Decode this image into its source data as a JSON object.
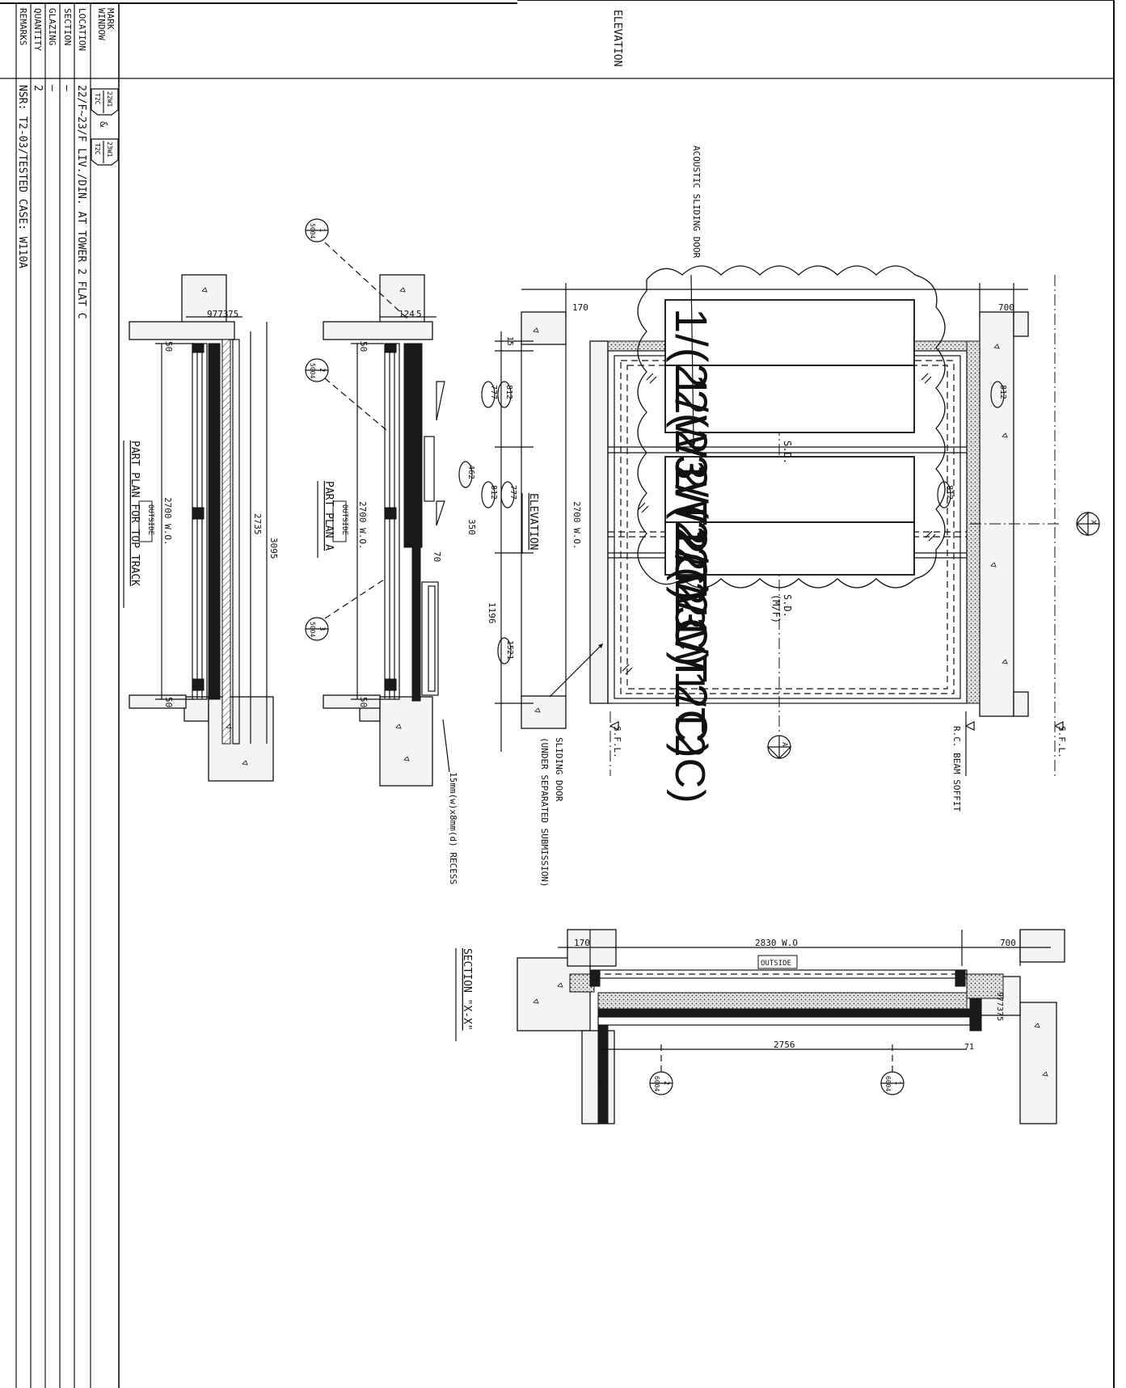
{
  "schedule": {
    "headers": [
      "WINDOW MARK",
      "LOCATION",
      "SECTION",
      "GLAZING",
      "QUANTITY",
      "REMARKS"
    ],
    "window_mark": {
      "mark1_top": "22W1",
      "mark1_bottom": "T2C",
      "connector": "&",
      "mark2_top": "23W1",
      "mark2_bottom": "T2C"
    },
    "location": "22/F~23/F LIV./DIN. AT TOWER 2 FLAT C",
    "section": "–",
    "glazing": "–",
    "quantity": "2",
    "remarks": "NSR: T2-03/TESTED CASE: W110A",
    "elevation_header": "ELEVATION"
  },
  "elevation": {
    "title": "ELEVATION",
    "labels": {
      "acoustic": "ACOUSTIC SLIDING DOOR",
      "sliding": "SLIDING DOOR",
      "submission": "(UNDER SEPARATED SUBMISSION)",
      "beam": "R.C. BEAM SOFFIT",
      "sfl": "S.F.L.",
      "sd": "S.D.",
      "mf": "(M/F)"
    },
    "tags": [
      "1/(22W1/T2C)",
      "1/(23W1/T2C)",
      "2/(22W1/T2C)",
      "2/(23W1/T2C)"
    ],
    "dims": {
      "d170": "170",
      "d700": "700",
      "d2700": "2700 W.O.",
      "d15": "15",
      "d812a": "812",
      "d777a": "777",
      "d462": "462",
      "d812b": "812",
      "d777b": "777",
      "d350": "350",
      "d70": "70",
      "d1196": "1196",
      "d1521": "1521",
      "d812r": "812",
      "d812m": "812"
    },
    "section_markers": {
      "x": "X",
      "a": "A"
    }
  },
  "plan_a": {
    "title": "PART PLAN A",
    "outside": "OUTSIDE",
    "dims": {
      "d124": "124",
      "d5": "5",
      "d50a": "50",
      "d50b": "50",
      "wo": "2700 W.O."
    },
    "callouts": [
      {
        "num": "1",
        "ref": "5004"
      },
      {
        "num": "2",
        "ref": "5004"
      },
      {
        "num": "3",
        "ref": "5004"
      }
    ],
    "recess": "15mm(w)x8mm(d) RECESS"
  },
  "plan_top": {
    "title": "PART PLAN FOR TOP TRACK",
    "outside": "OUTSIDE",
    "dims": {
      "d97": "97",
      "d73": "73",
      "d75": "75",
      "d50a": "50",
      "d50b": "50",
      "wo": "2700 W.O.",
      "d2735": "2735",
      "d3095": "3095"
    }
  },
  "section_xx": {
    "title": "SECTION \"X-X\"",
    "outside": "OUTSIDE",
    "dims": {
      "d170": "170",
      "d2830": "2830 W.O",
      "d700": "700",
      "d2756": "2756",
      "d97": "97",
      "d73": "73",
      "d75": "75",
      "d71": "71"
    },
    "callouts": [
      {
        "num": "2",
        "ref": "6004"
      },
      {
        "num": "1",
        "ref": "6004"
      }
    ]
  }
}
